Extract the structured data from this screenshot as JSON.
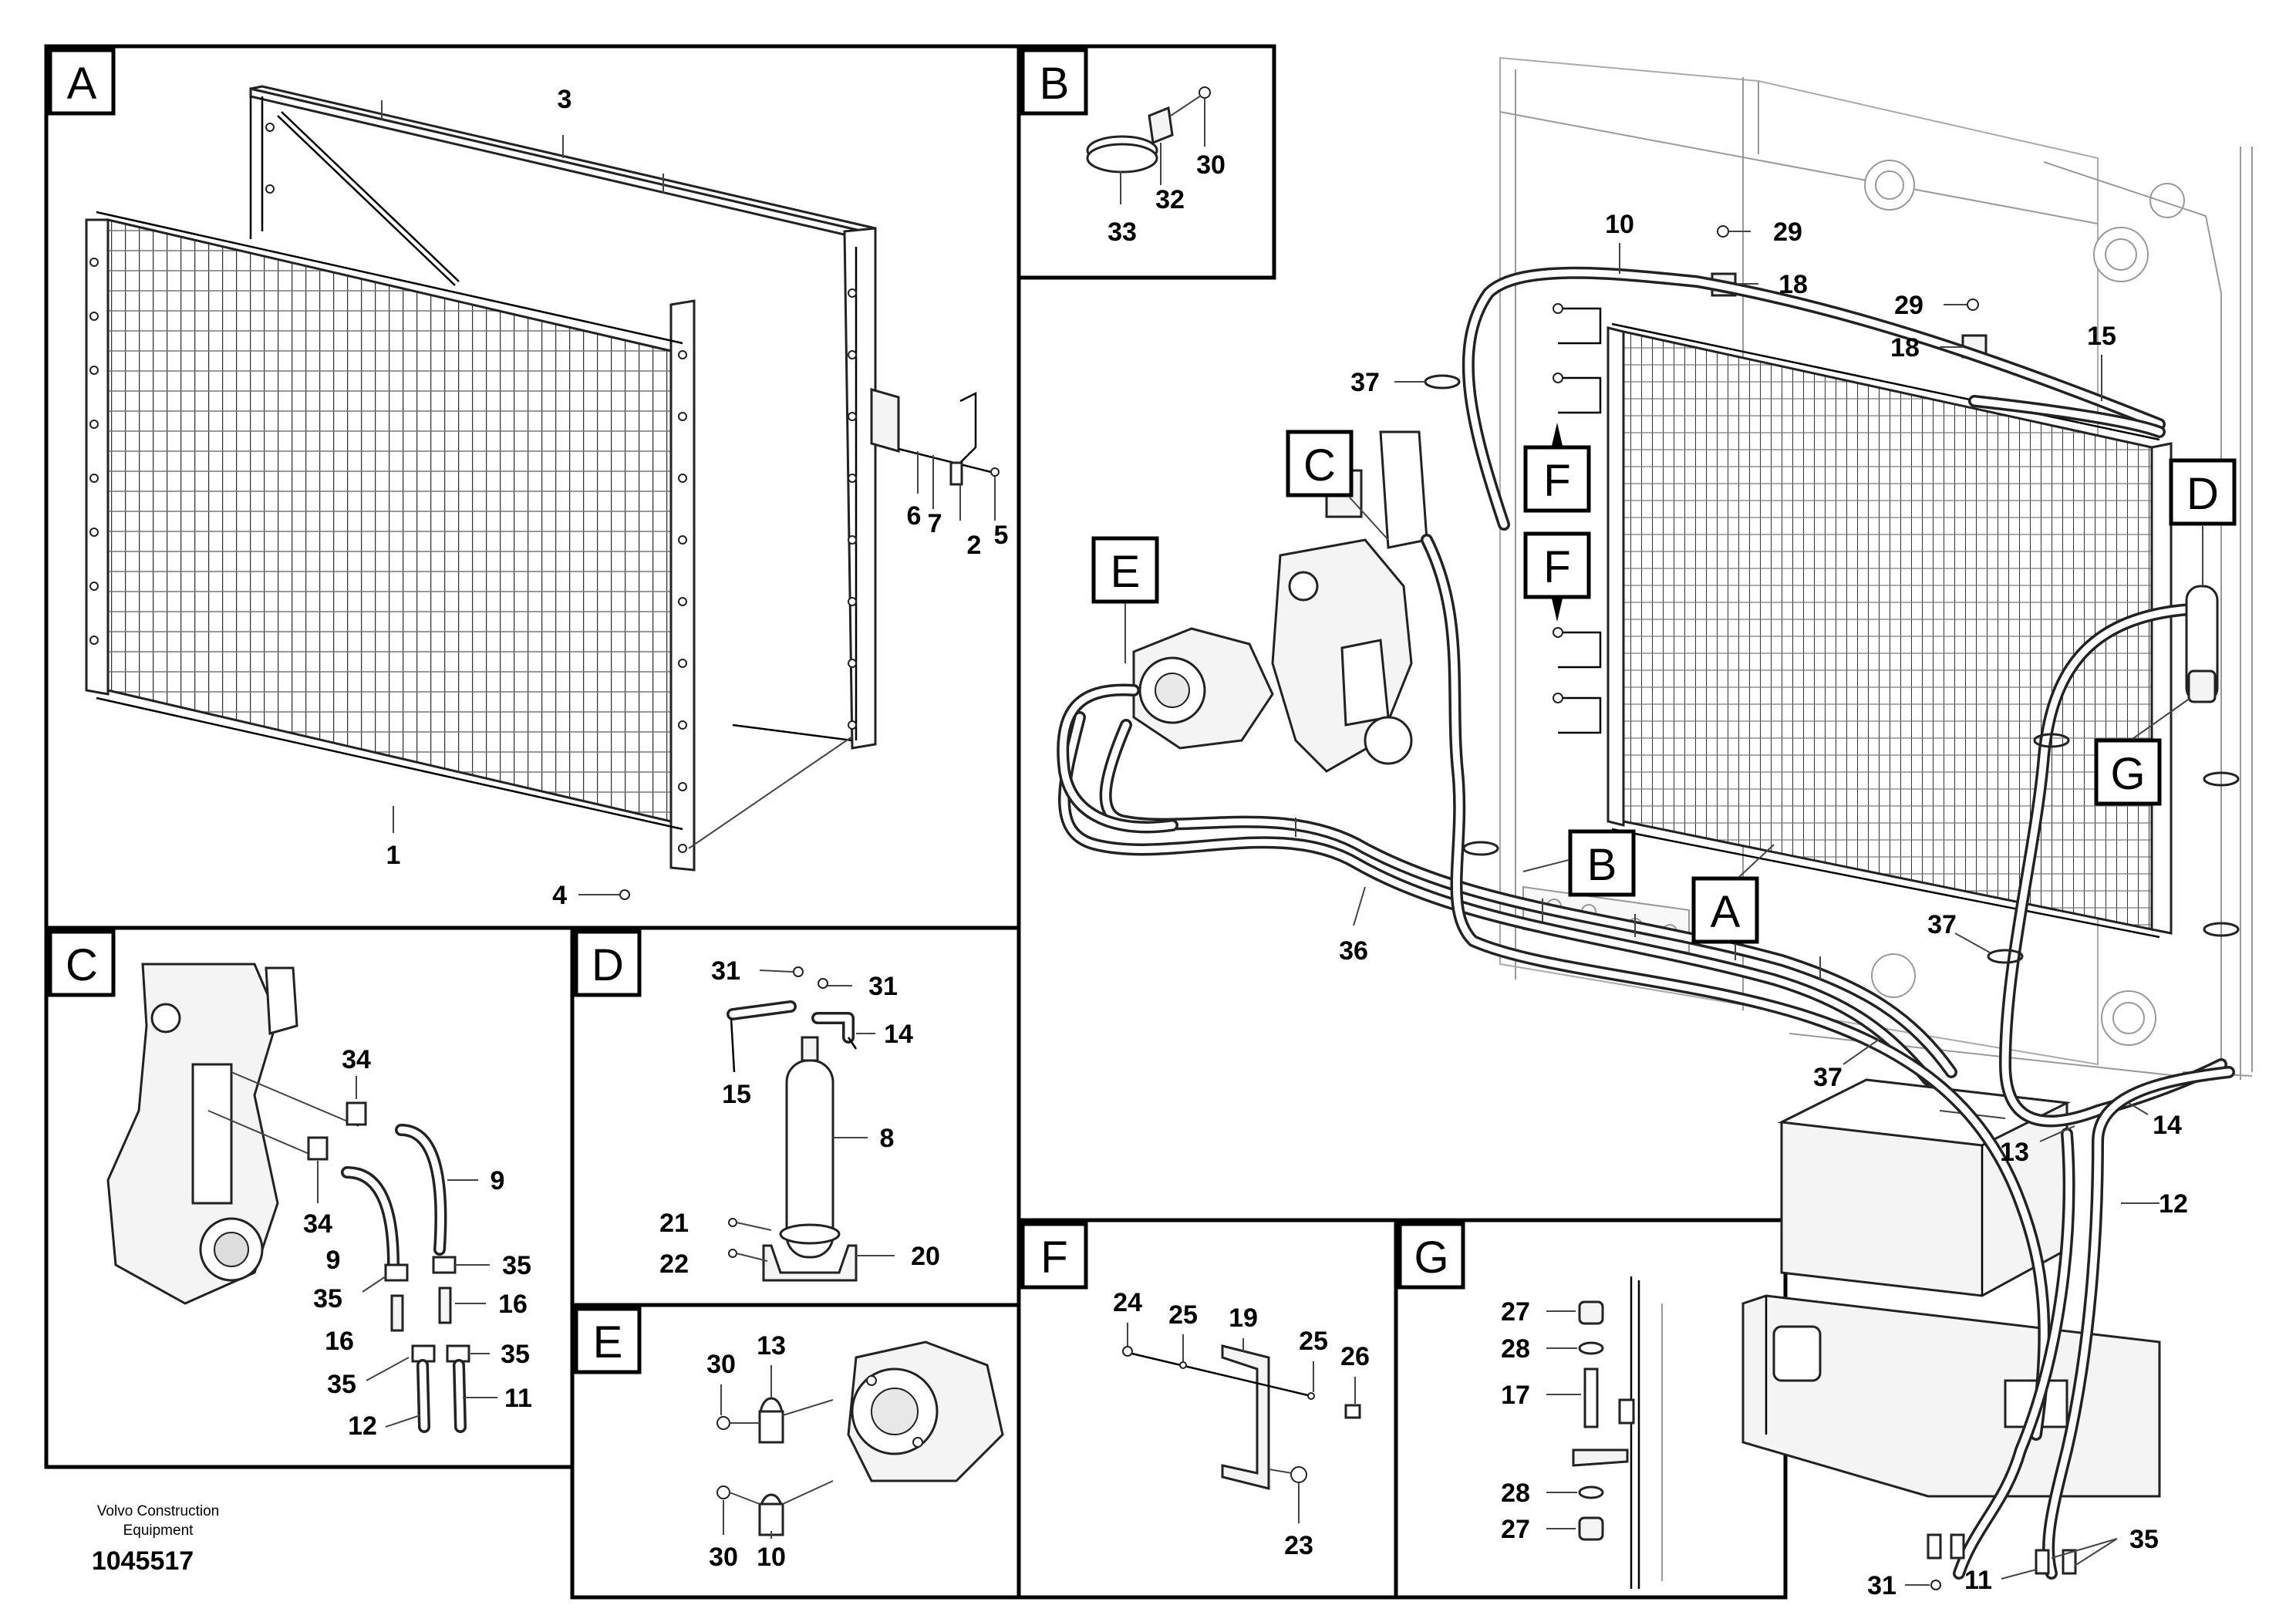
{
  "panels": {
    "A": {
      "tag": "A",
      "labels": {
        "l1": "1",
        "l2": "2",
        "l3": "3",
        "l4": "4",
        "l5": "5",
        "l6": "6",
        "l7": "7"
      }
    },
    "B": {
      "tag": "B",
      "labels": {
        "l30": "30",
        "l32": "32",
        "l33": "33"
      }
    },
    "C": {
      "tag": "C",
      "labels": {
        "l34a": "34",
        "l34b": "34",
        "l9a": "9",
        "l9b": "9",
        "l35a": "35",
        "l35b": "35",
        "l35c": "35",
        "l35d": "35",
        "l16a": "16",
        "l16b": "16",
        "l12": "12",
        "l11": "11"
      }
    },
    "D": {
      "tag": "D",
      "labels": {
        "l31a": "31",
        "l31b": "31",
        "l14": "14",
        "l15": "15",
        "l8": "8",
        "l21": "21",
        "l22": "22",
        "l20": "20"
      }
    },
    "E": {
      "tag": "E",
      "labels": {
        "l30a": "30",
        "l13": "13",
        "l30b": "30",
        "l10": "10"
      }
    },
    "F": {
      "tag": "F",
      "labels": {
        "l24": "24",
        "l25a": "25",
        "l19": "19",
        "l25b": "25",
        "l26": "26",
        "l23": "23"
      }
    },
    "G": {
      "tag": "G",
      "labels": {
        "l27a": "27",
        "l28a": "28",
        "l17": "17",
        "l28b": "28",
        "l27b": "27"
      }
    }
  },
  "overview": {
    "tags": {
      "C": "C",
      "E": "E",
      "F1": "F",
      "F2": "F",
      "D": "D",
      "G": "G",
      "B": "B",
      "A": "A"
    },
    "labels": {
      "l10": "10",
      "l29a": "29",
      "l18a": "18",
      "l29b": "29",
      "l18b": "18",
      "l15": "15",
      "l37a": "37",
      "l36": "36",
      "l37b": "37",
      "l37c": "37",
      "l14": "14",
      "l13": "13",
      "l12": "12",
      "l31": "31",
      "l11": "11",
      "l35": "35"
    }
  },
  "footer": {
    "line1": "Volvo Construction",
    "line2": "Equipment",
    "number": "1045517"
  }
}
